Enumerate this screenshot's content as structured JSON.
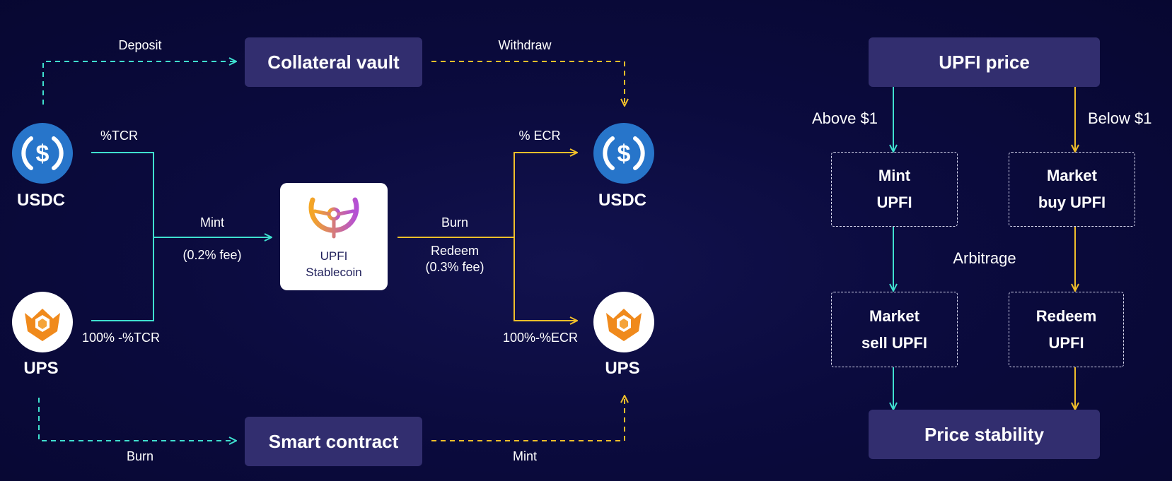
{
  "flow": {
    "collateral_vault": "Collateral vault",
    "smart_contract": "Smart contract",
    "deposit": "Deposit",
    "withdraw": "Withdraw",
    "burn_bottom": "Burn",
    "mint_bottom": "Mint",
    "tcr": "%TCR",
    "tcr_rest": "100% -%TCR",
    "ecr": "% ECR",
    "ecr_rest": "100%-%ECR",
    "mint": "Mint",
    "mint_fee": "(0.2% fee)",
    "burn": "Burn",
    "redeem": "Redeem",
    "redeem_fee": "(0.3% fee)",
    "usdc_left": "USDC",
    "ups_left": "UPS",
    "usdc_right": "USDC",
    "ups_right": "UPS",
    "upfi_line1": "UPFI",
    "upfi_line2": "Stablecoin"
  },
  "stability": {
    "price_title": "UPFI price",
    "above": "Above $1",
    "below": "Below $1",
    "mint_l1": "Mint",
    "mint_l2": "UPFI",
    "buy_l1": "Market",
    "buy_l2": "buy UPFI",
    "arbitrage": "Arbitrage",
    "sell_l1": "Market",
    "sell_l2": "sell UPFI",
    "redeem_l1": "Redeem",
    "redeem_l2": "UPFI",
    "result": "Price stability"
  },
  "colors": {
    "teal": "#3fe0cf",
    "gold": "#f0bf2a",
    "box": "#322e6f",
    "usdc_blue": "#2775ca",
    "ups_orange": "#f08a1c"
  }
}
